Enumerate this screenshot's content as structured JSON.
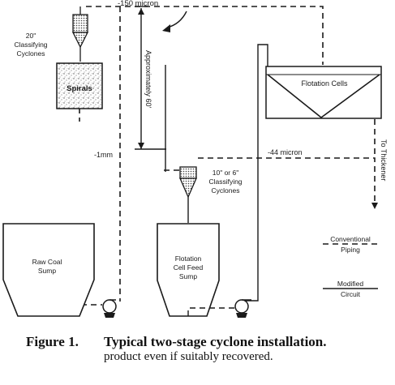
{
  "labels": {
    "micron_150": "-150 micron",
    "cyclone_20": [
      "20\"",
      "Classifying",
      "Cyclones"
    ],
    "spirals": "Spirals",
    "approx_60": "Approximately 60'",
    "flotation_cells": "Flotation Cells",
    "to_thickener": "To Thickener",
    "micron_44": "-44 micron",
    "mm_1": "-1mm",
    "cyclone_10": [
      "10\" or 6\"",
      "Classifying",
      "Cyclones"
    ],
    "raw_coal_sump": [
      "Raw Coal",
      "Sump"
    ],
    "flotation_feed_sump": [
      "Flotation",
      "Cell Feed",
      "Sump"
    ]
  },
  "legend": {
    "conventional": [
      "Conventional",
      "Piping"
    ],
    "modified": [
      "Modified",
      "Circuit"
    ]
  },
  "caption": {
    "label": "Figure 1.",
    "title": "Typical two-stage cyclone installation.",
    "fragment": "product even if suitably recovered."
  }
}
